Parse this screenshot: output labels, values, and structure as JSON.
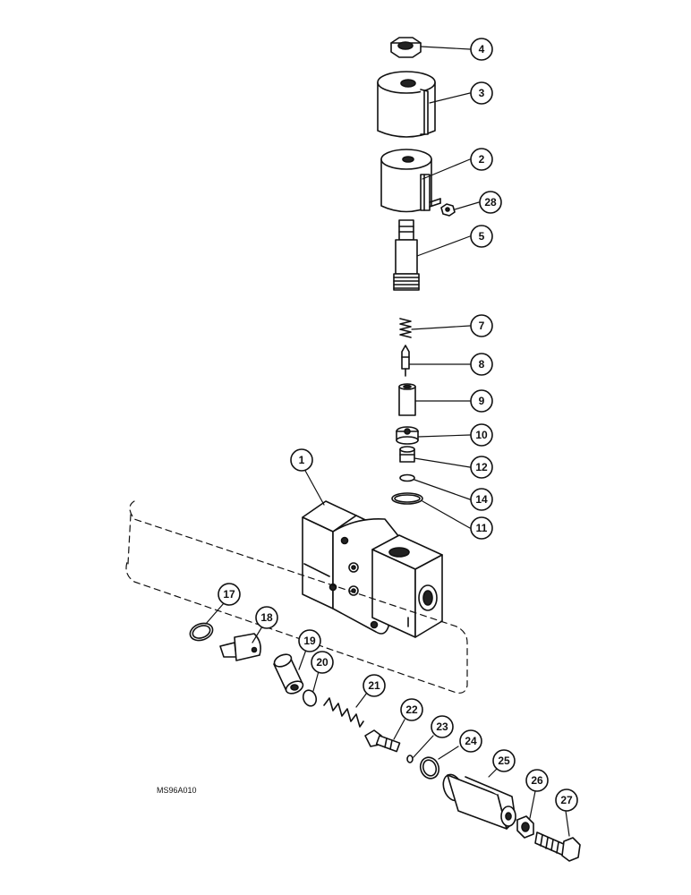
{
  "drawing_code": "MS96A010",
  "callouts": [
    "1",
    "2",
    "3",
    "4",
    "5",
    "7",
    "8",
    "9",
    "10",
    "11",
    "12",
    "14",
    "17",
    "18",
    "19",
    "20",
    "21",
    "22",
    "23",
    "24",
    "25",
    "26",
    "27",
    "28"
  ]
}
